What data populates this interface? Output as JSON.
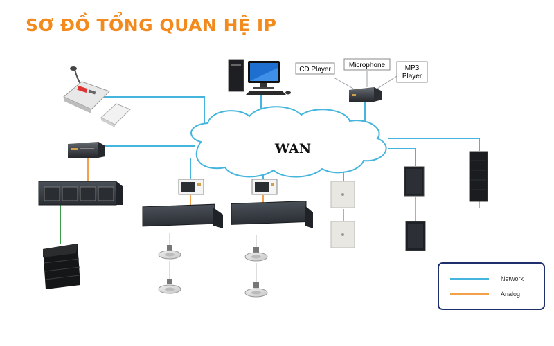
{
  "title": "SƠ ĐỒ TỔNG QUAN HỆ IP",
  "cloud_label": "WAN",
  "sources": {
    "cd_player": "CD Player",
    "microphone": "Microphone",
    "mp3_player_line1": "MP3",
    "mp3_player_line2": "Player"
  },
  "legend": {
    "network": "Network",
    "analog": "Analog"
  },
  "colors": {
    "network": "#45b5dd",
    "analog": "#f2a04a",
    "speaker_link": "#3aa04a",
    "title": "#f28a1e",
    "legend_border": "#1f2f6e"
  }
}
